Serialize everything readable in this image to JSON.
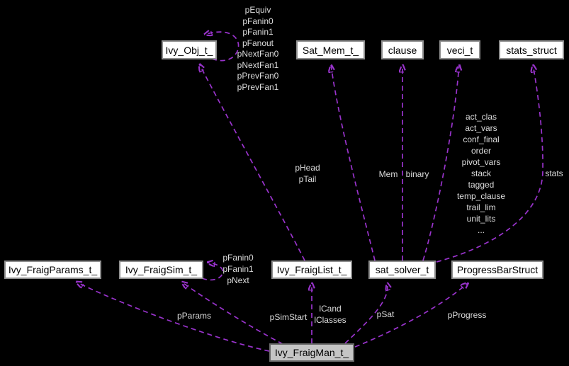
{
  "diagram_type": "collaboration-graph",
  "colors": {
    "background": "#000000",
    "edge_accent": "#9933cc",
    "node_fill": "#ffffff",
    "node_border": "#8f8f8f",
    "highlight_node_fill": "#c5c5c5",
    "edge_label_text": "#dcdcdc",
    "node_text": "#000000"
  },
  "nodes": {
    "ivy_obj": {
      "label": "Ivy_Obj_t_"
    },
    "sat_mem": {
      "label": "Sat_Mem_t_"
    },
    "clause": {
      "label": "clause"
    },
    "veci": {
      "label": "veci_t"
    },
    "stats_struct": {
      "label": "stats_struct"
    },
    "fraig_params": {
      "label": "Ivy_FraigParams_t_"
    },
    "fraig_sim": {
      "label": "Ivy_FraigSim_t_"
    },
    "fraig_list": {
      "label": "Ivy_FraigList_t_"
    },
    "sat_solver": {
      "label": "sat_solver_t"
    },
    "progress_bar": {
      "label": "ProgressBarStruct"
    },
    "fraig_man": {
      "label": "Ivy_FraigMan_t_",
      "highlighted": true
    }
  },
  "edges": [
    {
      "source": "Ivy_Obj_t_",
      "target": "Ivy_Obj_t_",
      "labels": [
        "pEquiv",
        "pFanin0",
        "pFanin1",
        "pFanout",
        "pNextFan0",
        "pNextFan1",
        "pPrevFan0",
        "pPrevFan1"
      ]
    },
    {
      "source": "Ivy_FraigList_t_",
      "target": "Ivy_Obj_t_",
      "labels": [
        "pHead",
        "pTail"
      ]
    },
    {
      "source": "sat_solver_t",
      "target": "Sat_Mem_t_",
      "labels": [
        "Mem"
      ]
    },
    {
      "source": "sat_solver_t",
      "target": "clause",
      "labels": [
        "binary"
      ]
    },
    {
      "source": "sat_solver_t",
      "target": "veci_t",
      "labels": [
        "act_clas",
        "act_vars",
        "conf_final",
        "order",
        "pivot_vars",
        "stack",
        "tagged",
        "temp_clause",
        "trail_lim",
        "unit_lits",
        "..."
      ]
    },
    {
      "source": "sat_solver_t",
      "target": "stats_struct",
      "labels": [
        "stats"
      ]
    },
    {
      "source": "Ivy_FraigSim_t_",
      "target": "Ivy_FraigSim_t_",
      "labels": [
        "pFanin0",
        "pFanin1",
        "pNext"
      ]
    },
    {
      "source": "Ivy_FraigMan_t_",
      "target": "Ivy_FraigParams_t_",
      "labels": [
        "pParams"
      ]
    },
    {
      "source": "Ivy_FraigMan_t_",
      "target": "Ivy_FraigSim_t_",
      "labels": [
        "pSimStart"
      ]
    },
    {
      "source": "Ivy_FraigMan_t_",
      "target": "Ivy_FraigList_t_",
      "labels": [
        "lCand",
        "lClasses"
      ]
    },
    {
      "source": "Ivy_FraigMan_t_",
      "target": "sat_solver_t",
      "labels": [
        "pSat"
      ]
    },
    {
      "source": "Ivy_FraigMan_t_",
      "target": "ProgressBarStruct",
      "labels": [
        "pProgress"
      ]
    }
  ]
}
